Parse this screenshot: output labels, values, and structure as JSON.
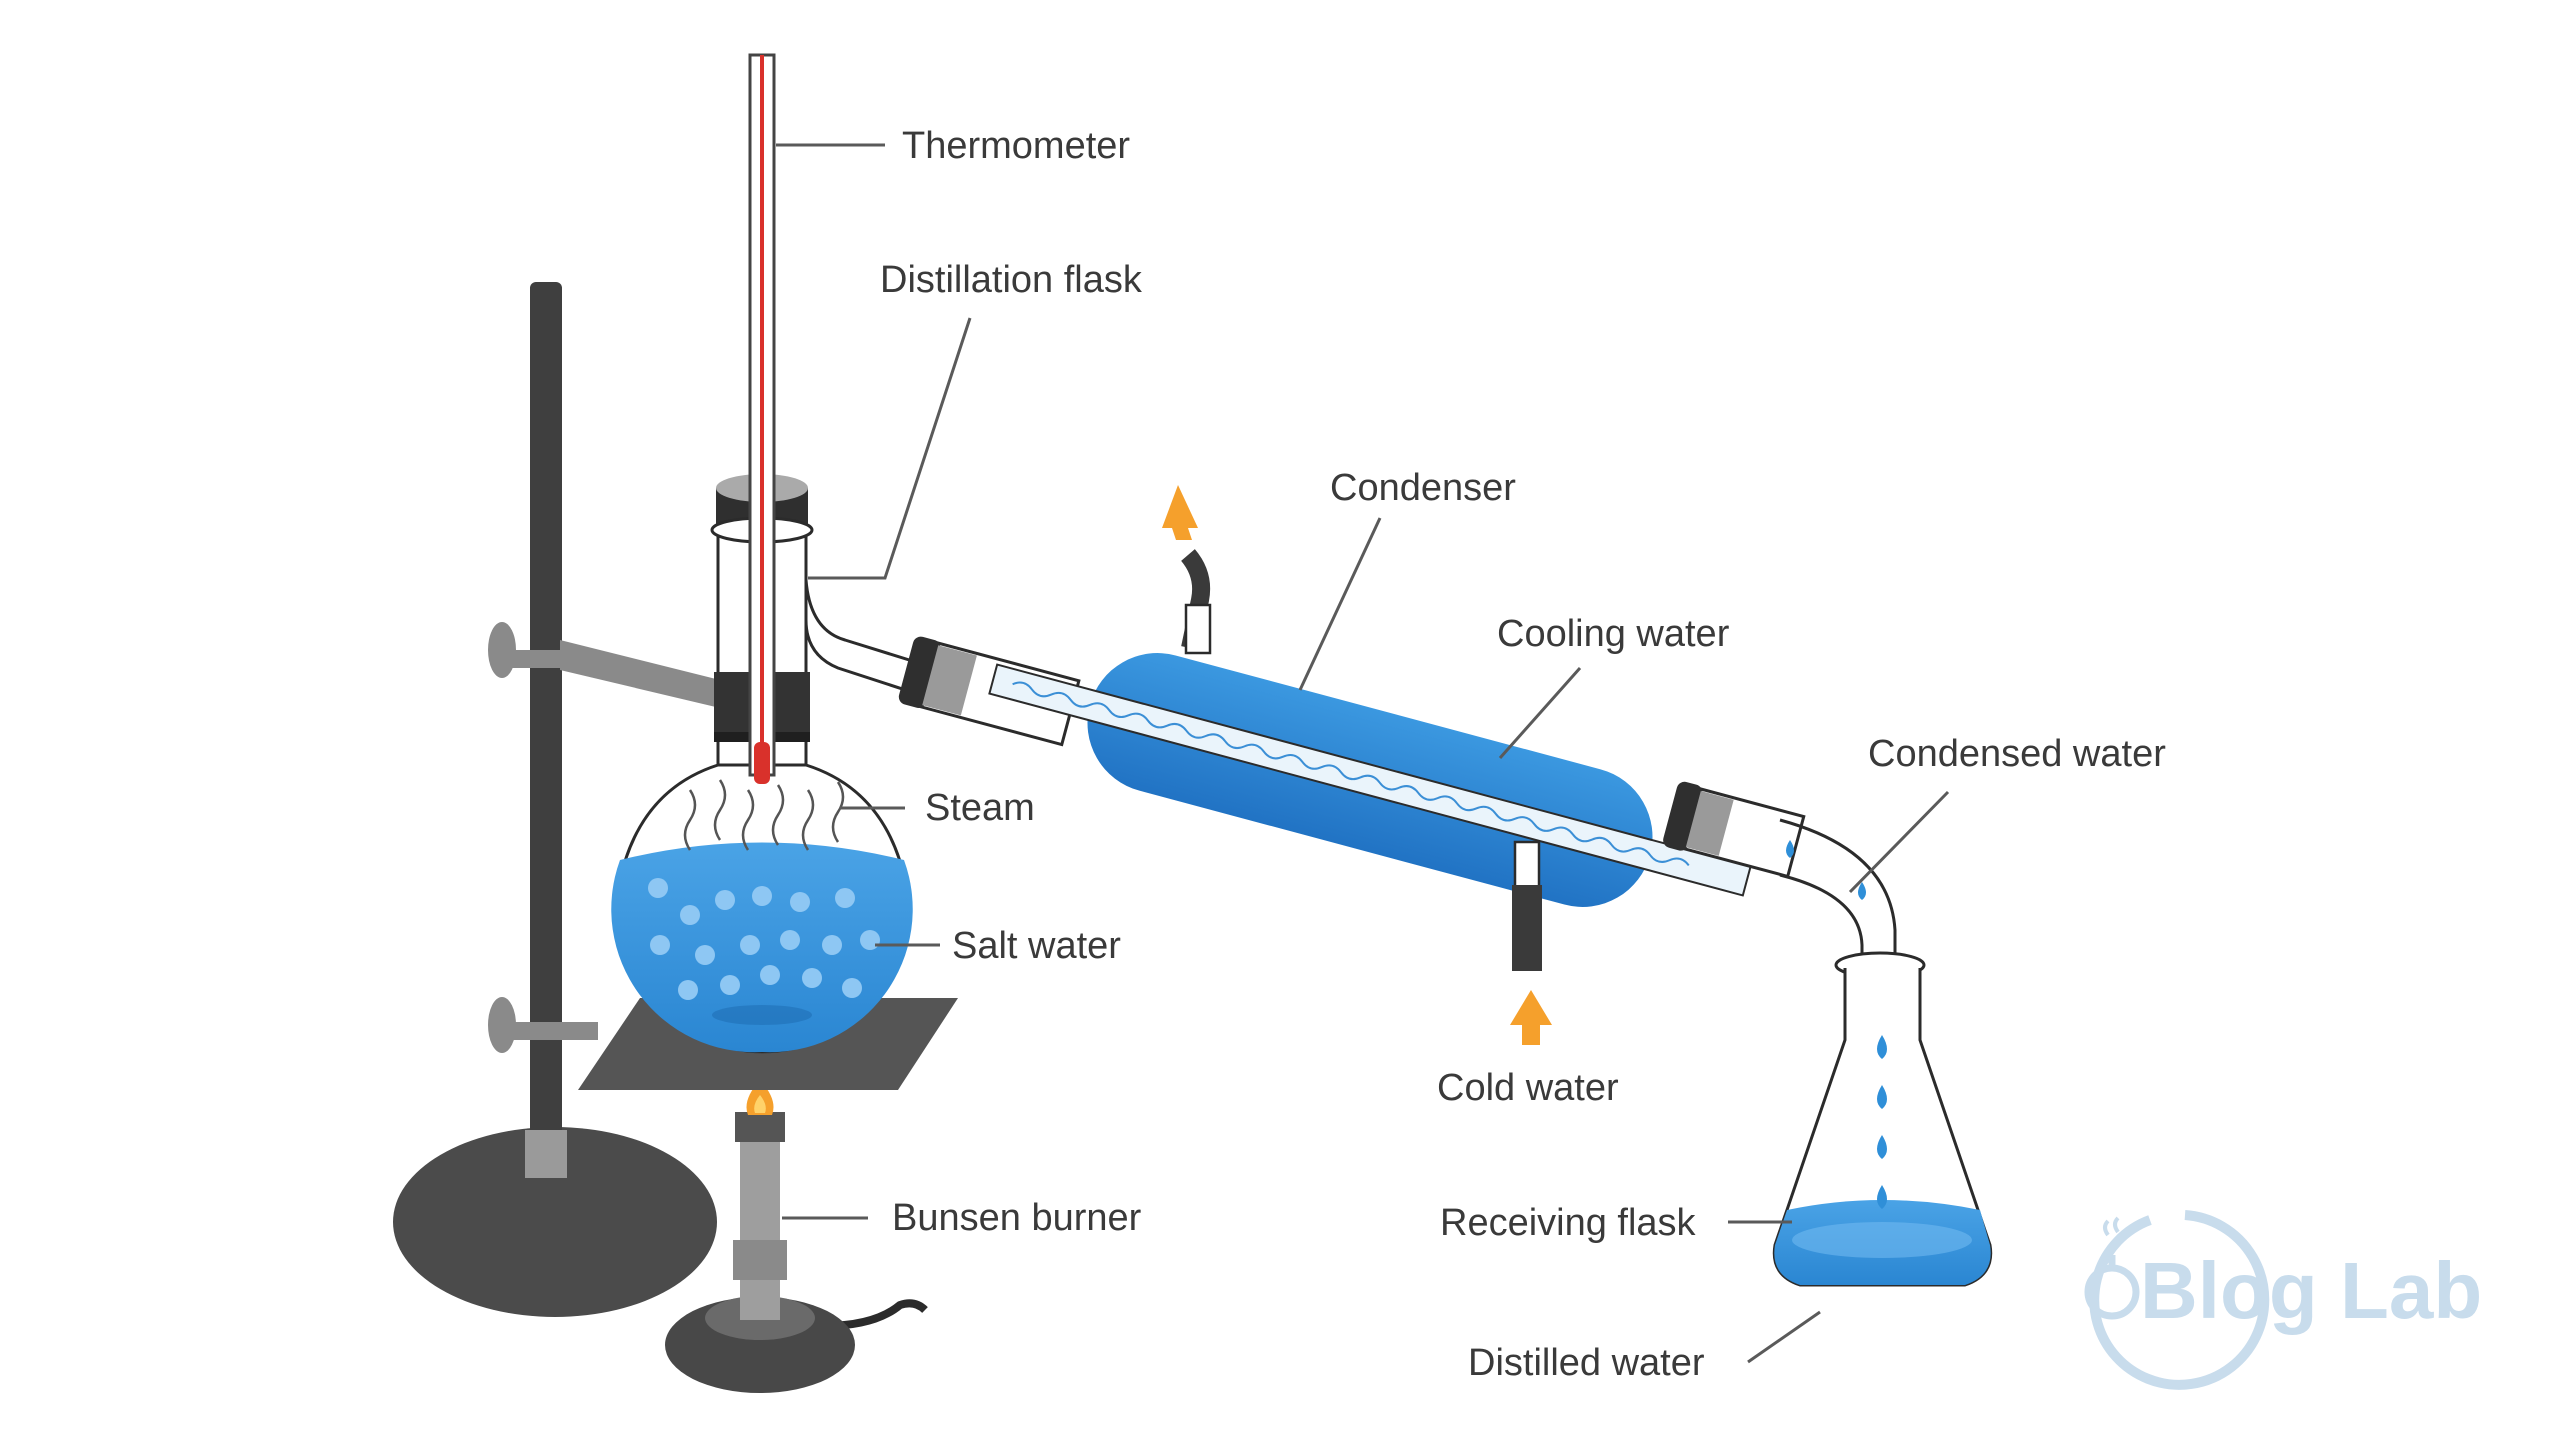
{
  "labels": {
    "thermometer": "Thermometer",
    "distillation_flask": "Distillation flask",
    "condenser": "Condenser",
    "cooling_water": "Cooling water",
    "condensed_water": "Condensed water",
    "steam": "Steam",
    "salt_water": "Salt water",
    "cold_water": "Cold water",
    "receiving_flask": "Receiving flask",
    "bunsen_burner": "Bunsen burner",
    "distilled_water": "Distilled water"
  },
  "watermark": {
    "text": "Blog Lab",
    "icon": "flask-logo-icon"
  },
  "colors": {
    "water": "#2f8fd8",
    "water_light": "#6fb9f0",
    "glass_outline": "#2b2b2b",
    "stand": "#4a4a4a",
    "arrow": "#f5a02c",
    "thermometer_red": "#d9312b",
    "label_text": "#3a3a3a",
    "watermark": "#c8dcec"
  }
}
